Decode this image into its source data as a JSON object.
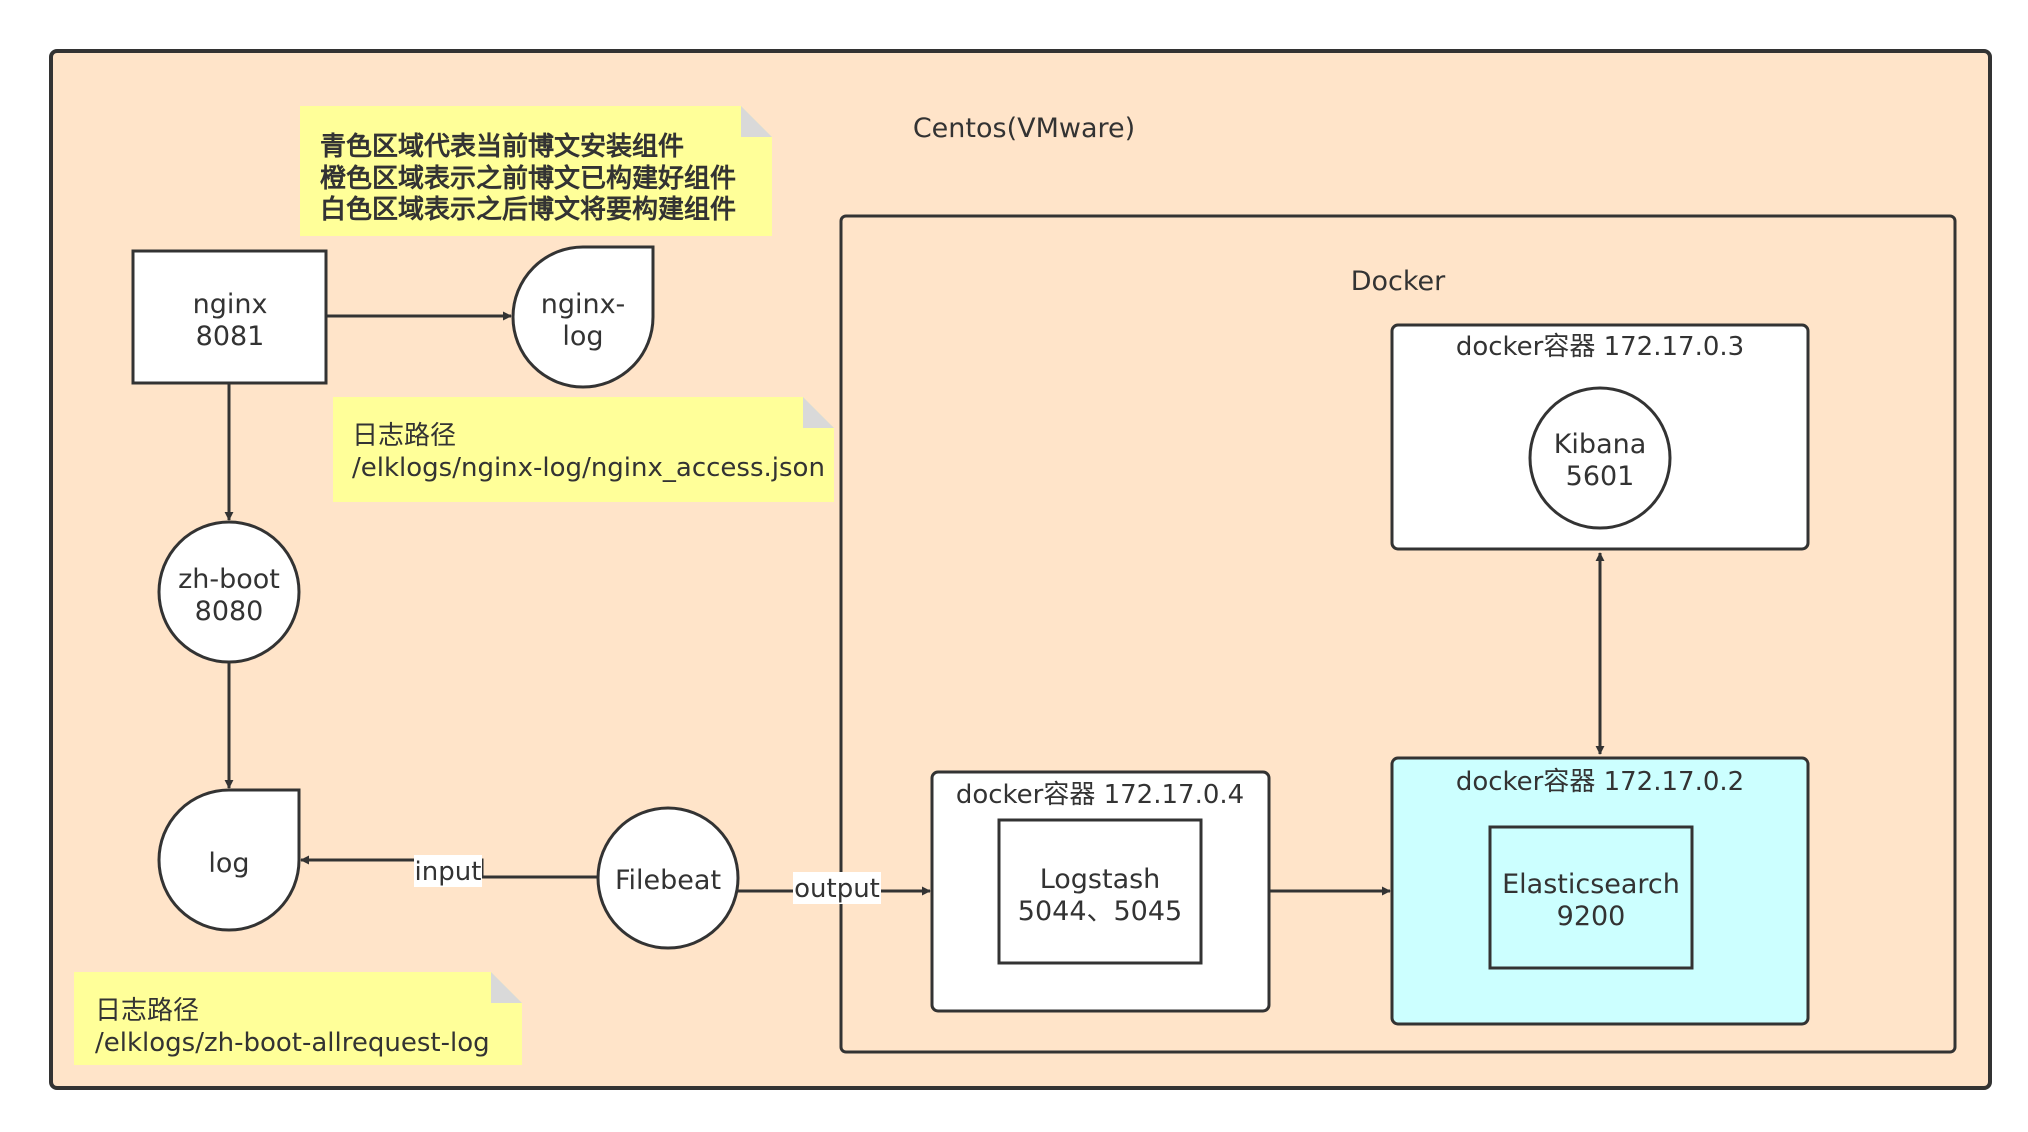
{
  "outer_frame": {
    "title": "Centos(VMware)"
  },
  "legend_note": {
    "lines": [
      "青色区域代表当前博文安装组件",
      "橙色区域表示之前博文已构建好组件",
      "白色区域表示之后博文将要构建组件"
    ]
  },
  "nginx": {
    "lines": [
      "nginx",
      "8081"
    ]
  },
  "nginx_log": {
    "lines": [
      "nginx-",
      "log"
    ]
  },
  "nginx_log_note": {
    "lines": [
      "日志路径",
      "/elklogs/nginx-log/nginx_access.json"
    ]
  },
  "zh_boot": {
    "lines": [
      "zh-boot",
      "8080"
    ]
  },
  "log": {
    "label": "log"
  },
  "log_note": {
    "lines": [
      "日志路径",
      "/elklogs/zh-boot-allrequest-log"
    ]
  },
  "filebeat": {
    "label": "Filebeat"
  },
  "edges": {
    "input_label": "input",
    "output_label": "output"
  },
  "docker": {
    "title": "Docker"
  },
  "container_kibana": {
    "title": "docker容器 172.17.0.3"
  },
  "kibana": {
    "lines": [
      "Kibana",
      "5601"
    ]
  },
  "container_logstash": {
    "title": "docker容器 172.17.0.4"
  },
  "logstash": {
    "lines": [
      "Logstash",
      "5044、5045"
    ]
  },
  "container_es": {
    "title": "docker容器 172.17.0.2"
  },
  "elasticsearch": {
    "lines": [
      "Elasticsearch",
      "9200"
    ]
  },
  "colors": {
    "background": "#ffe4c9",
    "note": "#ffff99",
    "note_fold": "#d9d9d9",
    "cyan_area": "#ccffff",
    "stroke": "#333333"
  }
}
